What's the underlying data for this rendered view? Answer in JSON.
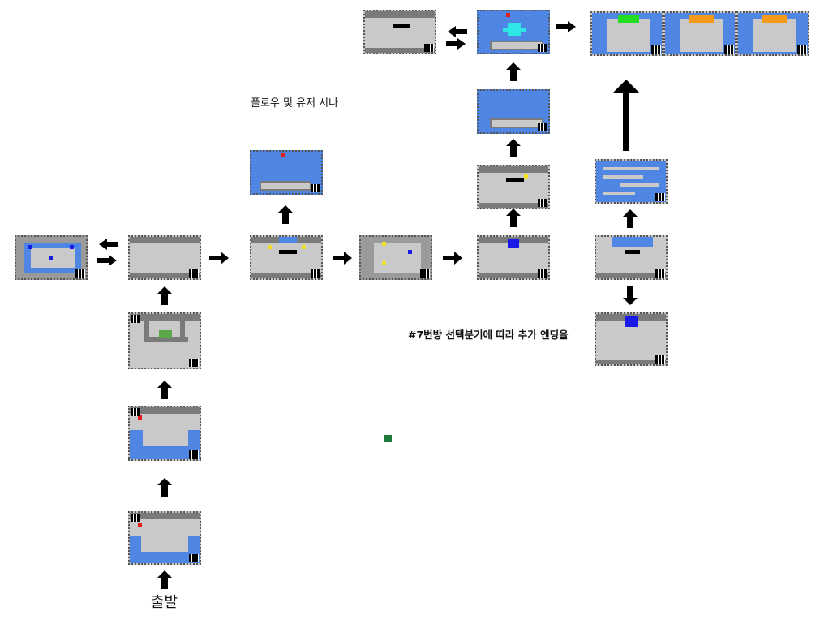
{
  "title": "플로우 및 유저 시나",
  "note": "#7번방 선택분기에 따라 추가 엔딩을",
  "start_label": "출발",
  "colors": {
    "water": "#4f86e3",
    "floor": "#c9c9c9",
    "wall": "#7a7a7a",
    "arrow": "#000000",
    "green_pad": "#5aa84a",
    "red_marker": "#e11d1d",
    "yellow_marker": "#f2e02a",
    "blue_marker": "#1a1ae6",
    "orange_banner": "#f39a1a",
    "green_banner": "#22dd22"
  }
}
